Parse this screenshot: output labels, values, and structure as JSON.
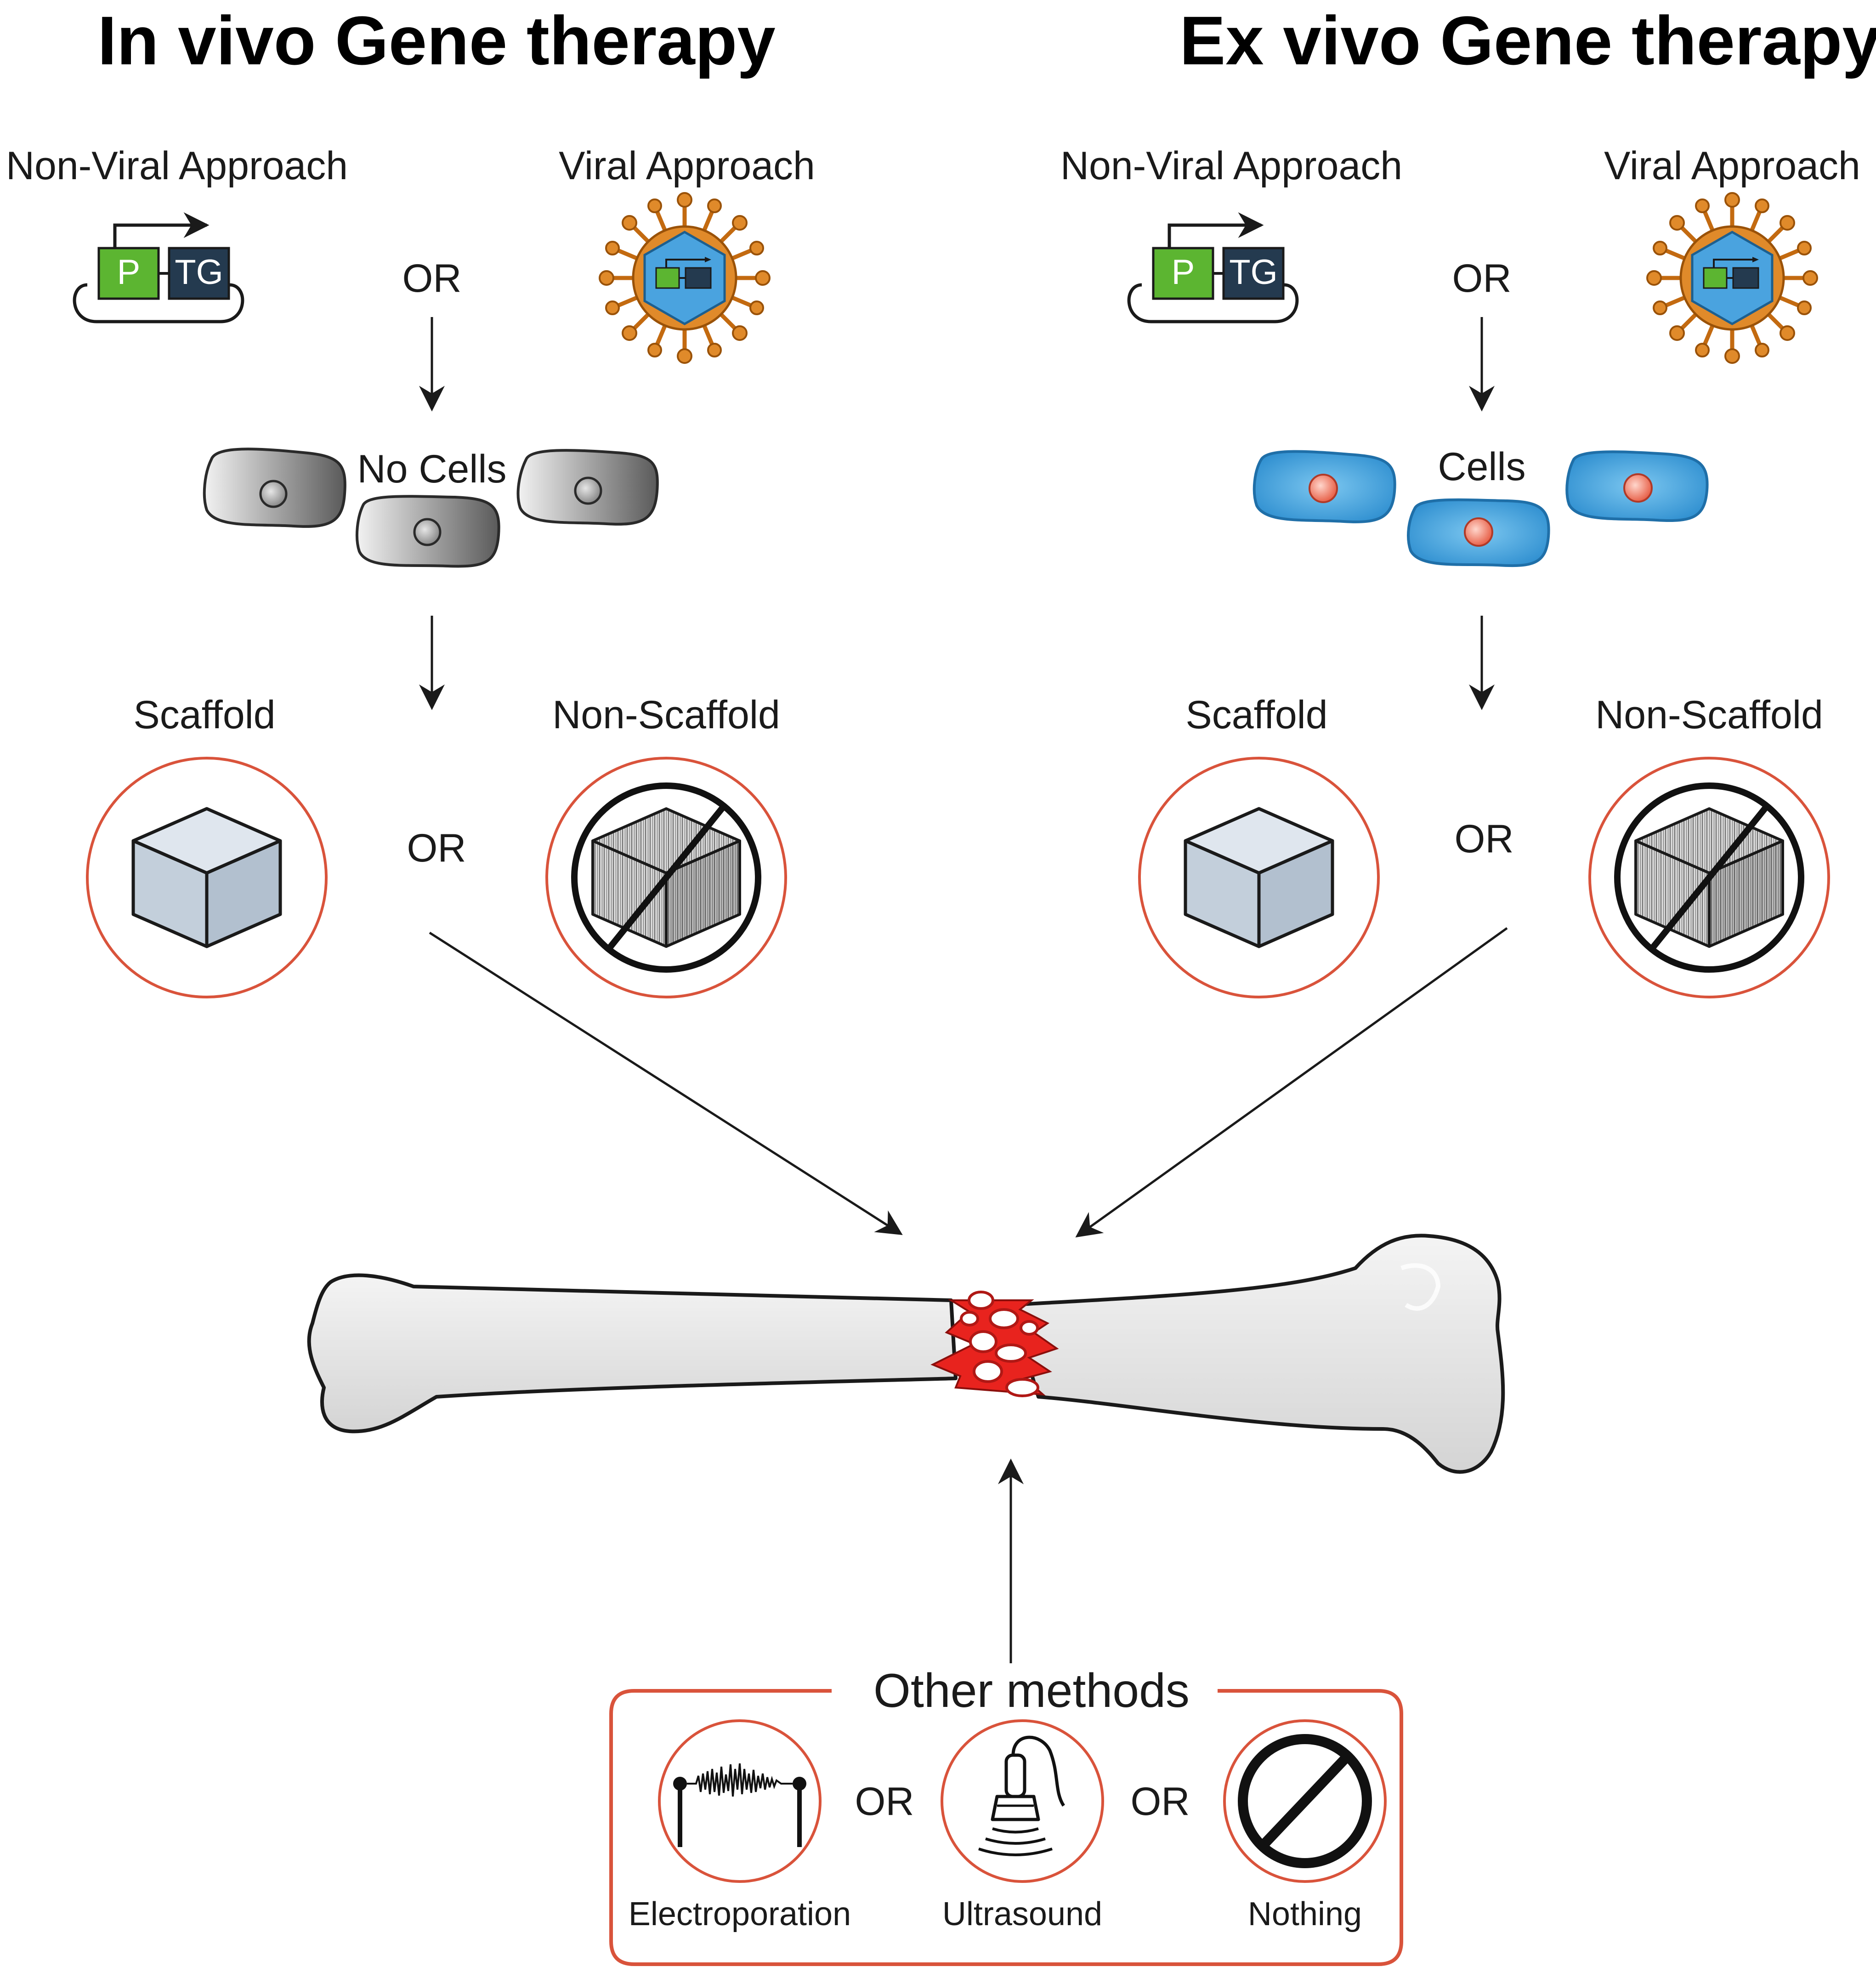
{
  "titles": {
    "in_vivo": "In vivo Gene therapy",
    "ex_vivo": "Ex vivo Gene therapy"
  },
  "in_vivo": {
    "non_viral": "Non-Viral Approach",
    "viral": "Viral Approach",
    "or_top": "OR",
    "cells": "No Cells",
    "scaffold": "Scaffold",
    "non_scaffold": "Non-Scaffold",
    "or_scaffold": "OR"
  },
  "ex_vivo": {
    "non_viral": "Non-Viral Approach",
    "viral": "Viral Approach",
    "or_top": "OR",
    "cells": "Cells",
    "scaffold": "Scaffold",
    "non_scaffold": "Non-Scaffold",
    "or_scaffold": "OR"
  },
  "plasmid": {
    "promoter": "P",
    "transgene": "TG"
  },
  "other_methods": {
    "title": "Other methods",
    "electroporation": "Electroporation",
    "ultrasound": "Ultrasound",
    "nothing": "Nothing",
    "or_1": "OR",
    "or_2": "OR"
  },
  "colors": {
    "accent_red": "#d9533b",
    "promoter_green": "#5cb531",
    "transgene_navy": "#243a4f",
    "cell_blue": "#3a9ed9",
    "cell_gray": "#8a8a8a",
    "virus_orange": "#e08a2a",
    "scaffold_fill": "#c8d3de",
    "fracture_red": "#e8231e"
  }
}
